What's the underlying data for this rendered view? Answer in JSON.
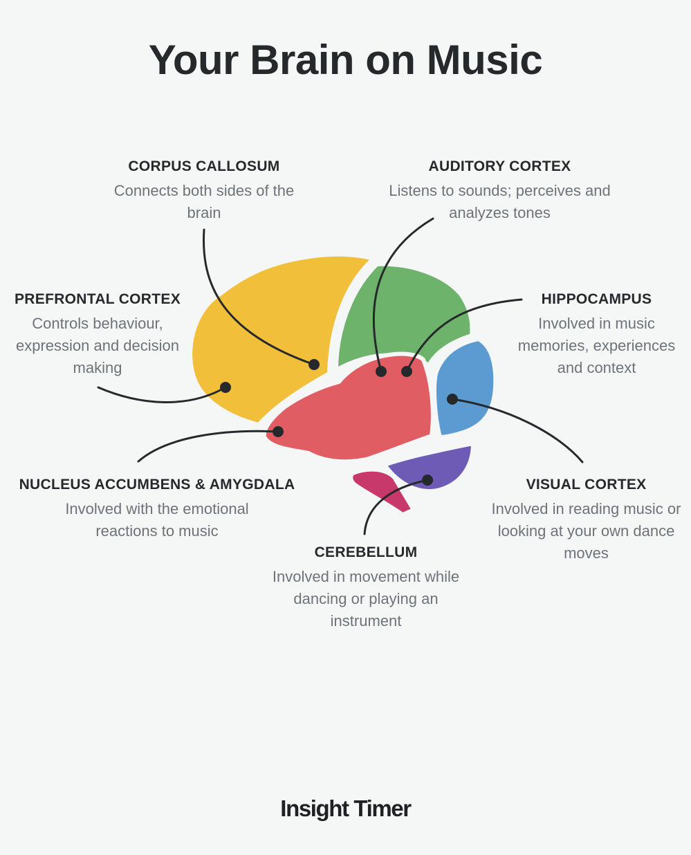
{
  "title": "Your Brain on Music",
  "regions": {
    "corpus_callosum": {
      "name": "CORPUS CALLOSUM",
      "desc": "Connects both sides of the brain"
    },
    "auditory_cortex": {
      "name": "AUDITORY CORTEX",
      "desc": "Listens to sounds; perceives and analyzes tones"
    },
    "prefrontal_cortex": {
      "name": "PREFRONTAL CORTEX",
      "desc": "Controls behaviour, expression and decision making"
    },
    "hippocampus": {
      "name": "HIPPOCAMPUS",
      "desc": "Involved in music memories, experiences and context"
    },
    "nucleus_accumbens": {
      "name": "NUCLEUS ACCUMBENS & AMYGDALA",
      "desc": "Involved with the emotional reactions to music"
    },
    "visual_cortex": {
      "name": "VISUAL CORTEX",
      "desc": "Involved in reading music or looking at your own dance moves"
    },
    "cerebellum": {
      "name": "CEREBELLUM",
      "desc": "Involved in movement while dancing or playing an instrument"
    }
  },
  "colors": {
    "frontal": "#f2bf3a",
    "parietal": "#6db36c",
    "temporal": "#e05d63",
    "occipital": "#5b9bd2",
    "cerebellum": "#6e5bb5",
    "brainstem": "#c8396b",
    "leader": "#26292c"
  },
  "brand": "Insight Timer"
}
